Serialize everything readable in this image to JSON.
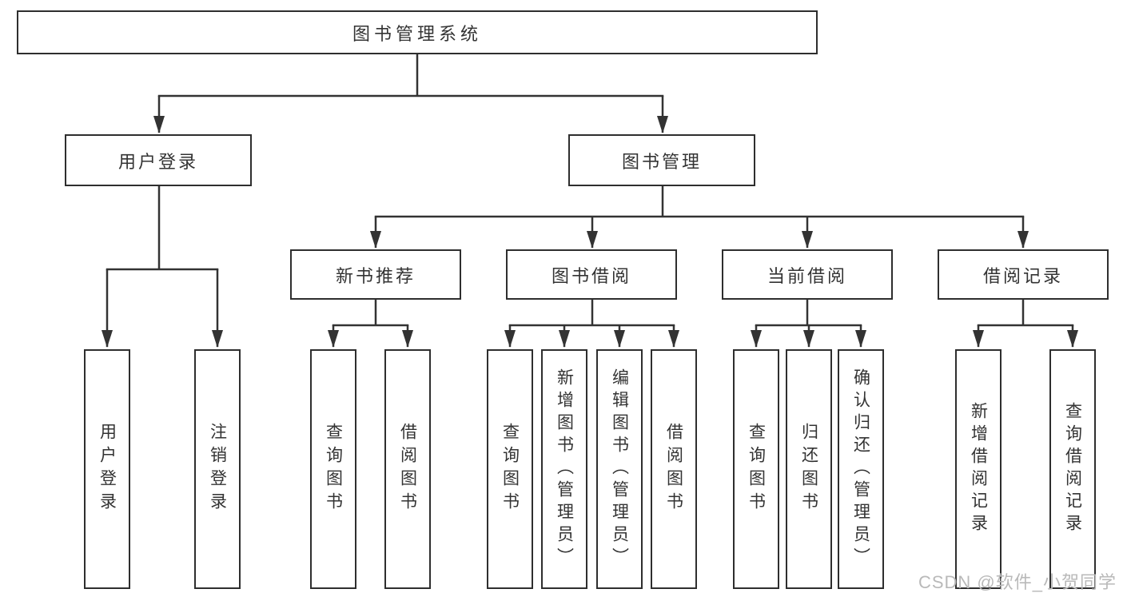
{
  "diagram": {
    "root": {
      "label": "图书管理系统"
    },
    "level2": [
      {
        "label": "用户登录"
      },
      {
        "label": "图书管理"
      }
    ],
    "level3": [
      {
        "label": "新书推荐"
      },
      {
        "label": "图书借阅"
      },
      {
        "label": "当前借阅"
      },
      {
        "label": "借阅记录"
      }
    ],
    "leaves": {
      "login": [
        {
          "label": "用户登录"
        },
        {
          "label": "注销登录"
        }
      ],
      "recommend": [
        {
          "label": "查询图书"
        },
        {
          "label": "借阅图书"
        }
      ],
      "borrow": [
        {
          "label": "查询图书"
        },
        {
          "label": "新增图书（管理员）"
        },
        {
          "label": "编辑图书（管理员）"
        },
        {
          "label": "借阅图书"
        }
      ],
      "current": [
        {
          "label": "查询图书"
        },
        {
          "label": "归还图书"
        },
        {
          "label": "确认归还（管理员）"
        }
      ],
      "records": [
        {
          "label": "新增借阅记录"
        },
        {
          "label": "查询借阅记录"
        }
      ]
    }
  },
  "watermark": {
    "text": "CSDN @软件_小贺同学"
  },
  "colors": {
    "line": "#333333",
    "box_border": "#2e2e2e",
    "text": "#333333",
    "watermark": "#b9b9b9",
    "background": "#ffffff"
  }
}
